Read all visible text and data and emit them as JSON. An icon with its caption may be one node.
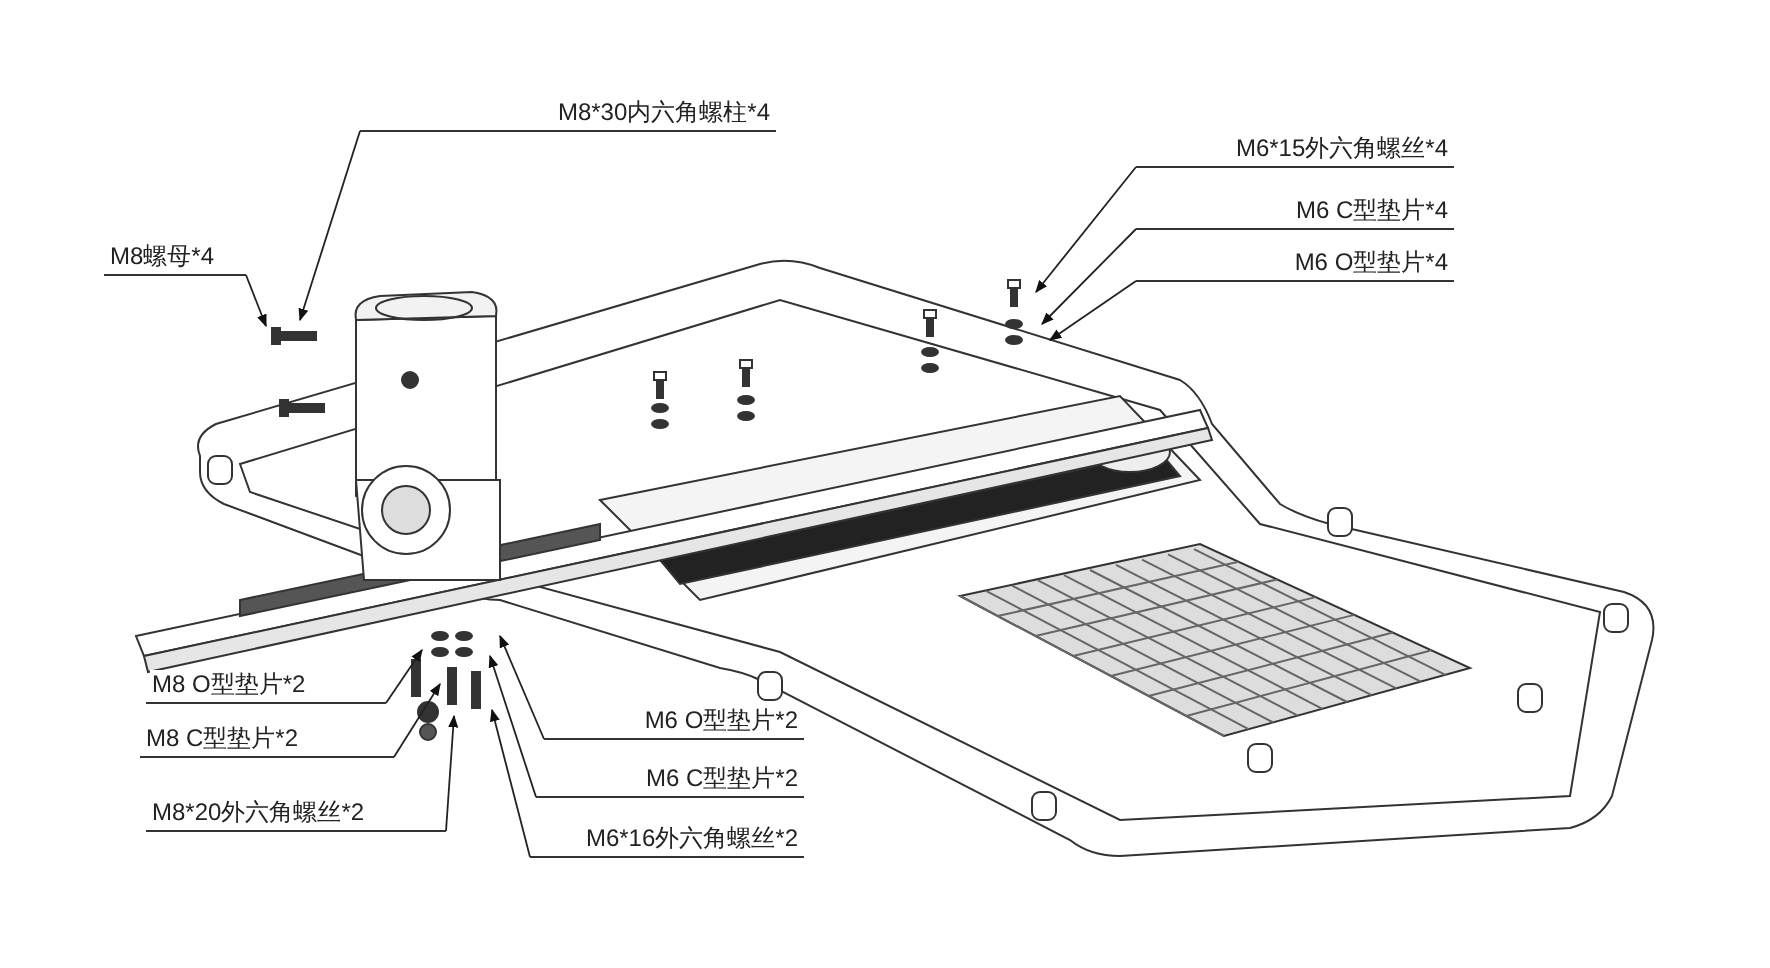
{
  "diagram": {
    "nodes": [
      {
        "text": [
          "M8*30内六角螺柱*4"
        ]
      },
      {
        "text": [
          "M8螺母*4"
        ]
      },
      {
        "text": [
          "M6*15外六角螺丝*4"
        ]
      },
      {
        "text": [
          "M6 C型垫片*4"
        ]
      },
      {
        "text": [
          "M6 O型垫片*4"
        ]
      },
      {
        "text": [
          "M8 O型垫片*2"
        ]
      },
      {
        "text": [
          "M8 C型垫片*2"
        ]
      },
      {
        "text": [
          "M8*20外六角螺丝*2"
        ]
      },
      {
        "text": [
          "M6 O型垫片*2"
        ]
      },
      {
        "text": [
          "M6 C型垫片*2"
        ]
      },
      {
        "text": [
          "M6*16外六角螺丝*2"
        ]
      }
    ],
    "edges": [
      {
        "from": 0,
        "to": null,
        "arrow": "to"
      },
      {
        "from": 1,
        "to": null,
        "arrow": "to"
      },
      {
        "from": 2,
        "to": null,
        "arrow": "to"
      },
      {
        "from": 3,
        "to": null,
        "arrow": "to"
      },
      {
        "from": 4,
        "to": null,
        "arrow": "to"
      },
      {
        "from": 5,
        "to": null,
        "arrow": "to"
      },
      {
        "from": 6,
        "to": null,
        "arrow": "to"
      },
      {
        "from": 7,
        "to": null,
        "arrow": "to"
      },
      {
        "from": 8,
        "to": null,
        "arrow": "to"
      },
      {
        "from": 9,
        "to": null,
        "arrow": "to"
      },
      {
        "from": 10,
        "to": null,
        "arrow": "to"
      }
    ]
  }
}
